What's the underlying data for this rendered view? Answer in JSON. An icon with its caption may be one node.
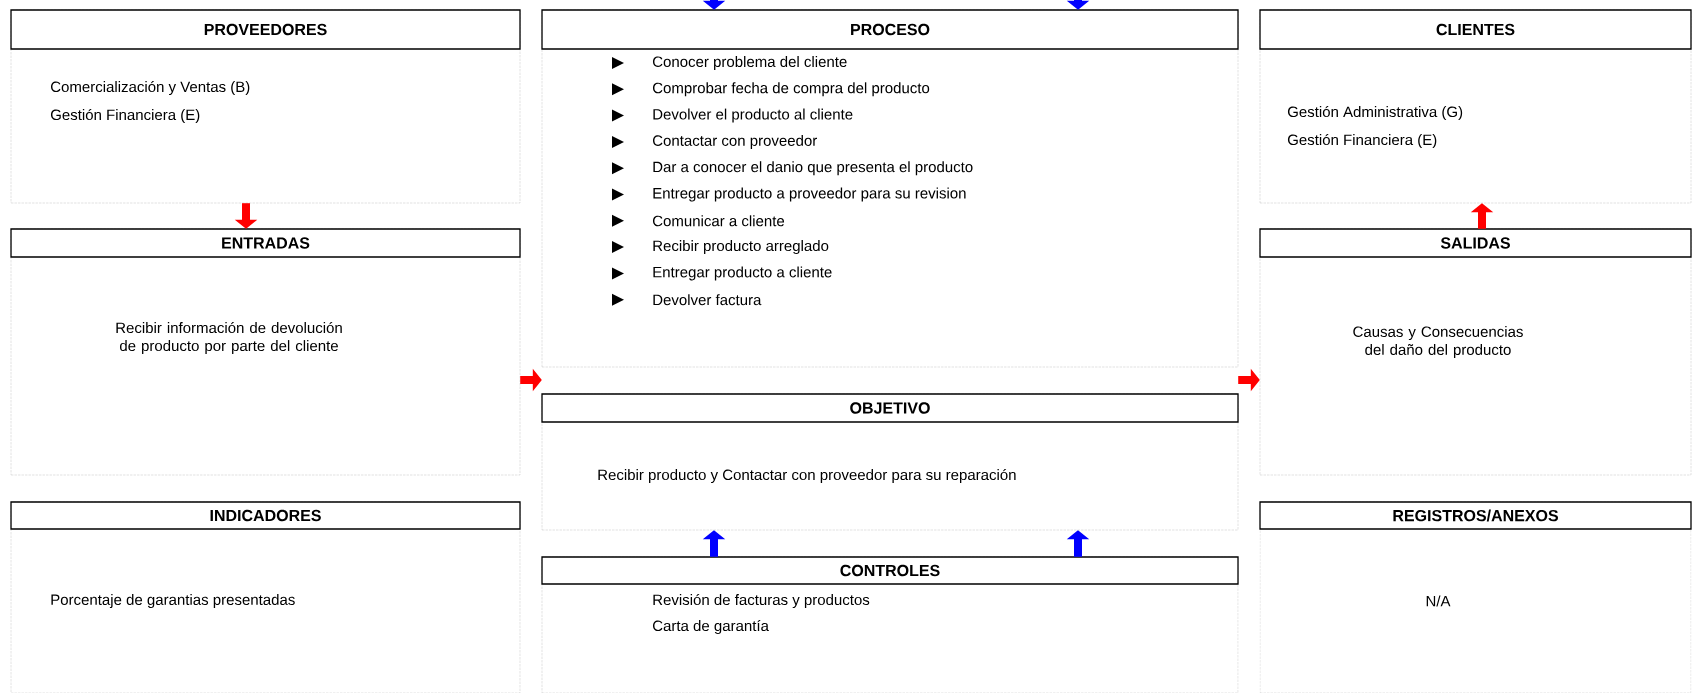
{
  "diagram": {
    "nodes": [
      {
        "text": [
          "PROVEEDORES",
          "Comercialización y Ventas (B)",
          "Gestión Financiera (E)"
        ]
      },
      {
        "text": [
          "PROCESO",
          "Conocer problema del cliente",
          "Comprobar fecha de compra del producto",
          "Devolver el producto al cliente",
          "Contactar con proveedor",
          "Dar a conocer el danio que presenta el producto",
          "Entregar producto a proveedor para su revision",
          "Comunicar a cliente",
          "Recibir producto arreglado",
          "Entregar producto a cliente",
          "Devolver factura"
        ]
      },
      {
        "text": [
          "CLIENTES",
          "Gestión Administrativa (G)",
          "Gestión Financiera (E)"
        ]
      },
      {
        "text": [
          "ENTRADAS",
          "Recibir información de devolución de producto por parte del cliente"
        ]
      },
      {
        "text": [
          "SALIDAS",
          "Causas y Consecuencias del daño del producto"
        ]
      },
      {
        "text": [
          "OBJETIVO",
          "Recibir producto y Contactar con proveedor para su reparación"
        ]
      },
      {
        "text": [
          "INDICADORES",
          "Porcentaje de garantias presentadas"
        ]
      },
      {
        "text": [
          "CONTROLES",
          "Revisión de facturas y productos",
          "Carta de garantía"
        ]
      },
      {
        "text": [
          "REGISTROS/ANEXOS",
          "N/A"
        ]
      }
    ],
    "edges": [
      {
        "from": null,
        "to": 1,
        "arrow": "to",
        "color": "#0000ff"
      },
      {
        "from": null,
        "to": 1,
        "arrow": "to",
        "color": "#0000ff"
      },
      {
        "from": 0,
        "to": 3,
        "arrow": "to",
        "color": "#ff0000"
      },
      {
        "from": 4,
        "to": 2,
        "arrow": "to",
        "color": "#ff0000"
      },
      {
        "from": 3,
        "to": 1,
        "arrow": "to",
        "color": "#ff0000"
      },
      {
        "from": 1,
        "to": 4,
        "arrow": "to",
        "color": "#ff0000"
      },
      {
        "from": 7,
        "to": 5,
        "arrow": "to",
        "color": "#0000ff"
      },
      {
        "from": 7,
        "to": 5,
        "arrow": "to",
        "color": "#0000ff"
      }
    ]
  }
}
